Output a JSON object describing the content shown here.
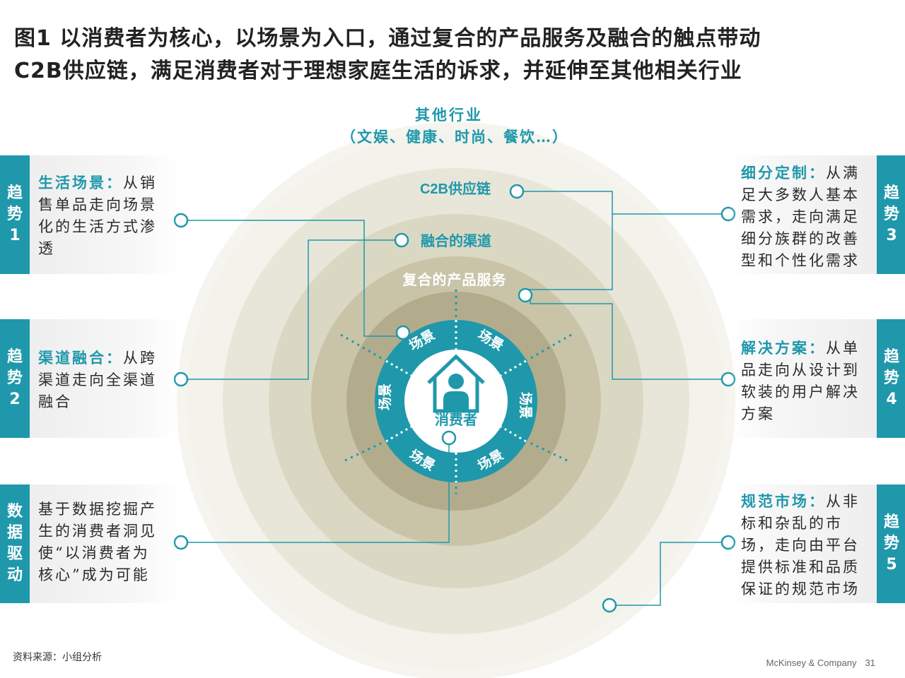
{
  "title": {
    "line1": "图1 以消费者为核心，以场景为入口，通过复合的产品服务及融合的触点带动",
    "line2": "C2B供应链，满足消费者对于理想家庭生活的诉求，并延伸至其他相关行业"
  },
  "diagram": {
    "outer_label_1": "其他行业",
    "outer_label_2": "（文娱、健康、时尚、餐饮…）",
    "ring_c2b": "C2B供应链",
    "ring_channel": "融合的渠道",
    "ring_product": "复合的产品服务",
    "scenes": [
      "场景",
      "场景",
      "场景",
      "场景",
      "场景",
      "场景"
    ],
    "center": "消费者",
    "center_icon": "house-person-icon",
    "colors": {
      "accent": "#1f98ab",
      "ring_outer": "#f2f1ea",
      "ring_2": "#e4e2d2",
      "ring_3": "#d3d0b8",
      "ring_4": "#c2bd9f",
      "ring_5": "#a9a380"
    }
  },
  "trends": {
    "t1": {
      "tab": [
        "趋",
        "势",
        "1"
      ],
      "head": "生活场景：",
      "body": "从销售单品走向场景化的生活方式渗透"
    },
    "t2": {
      "tab": [
        "趋",
        "势",
        "2"
      ],
      "head": "渠道融合：",
      "body": "从跨渠道走向全渠道融合"
    },
    "t3": {
      "tab": [
        "趋",
        "势",
        "3"
      ],
      "head": "细分定制：",
      "body": "从满足大多数人基本需求，走向满足细分族群的改善型和个性化需求"
    },
    "t4": {
      "tab": [
        "趋",
        "势",
        "4"
      ],
      "head": "解决方案：",
      "body": "从单品走向从设计到软装的用户解决方案"
    },
    "t5": {
      "tab": [
        "趋",
        "势",
        "5"
      ],
      "head": "规范市场：",
      "body": "从非标和杂乱的市场，走向由平台提供标准和品质保证的规范市场"
    },
    "data": {
      "tab": [
        "数",
        "据",
        "驱",
        "动"
      ],
      "head": "",
      "body": "基于数据挖掘产生的消费者洞见使“以消费者为核心”成为可能"
    }
  },
  "source": "资料来源：小组分析",
  "footer": {
    "brand": "McKinsey & Company",
    "page": "31"
  }
}
